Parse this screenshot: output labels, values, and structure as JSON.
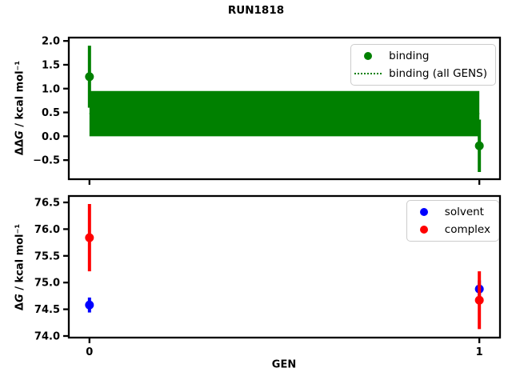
{
  "figure": {
    "title": "RUN1818",
    "xlabel": "GEN",
    "background": "#ffffff",
    "frame_color": "#000000"
  },
  "chart_data": [
    {
      "type": "scatter",
      "subplot": "top",
      "ylabel": "ΔΔG / kcal mol⁻¹",
      "ylabel_parts": {
        "prefix": "ΔΔ",
        "symbol": "G",
        "suffix": " / kcal mol⁻¹"
      },
      "xlim": [
        -0.053,
        1.053
      ],
      "ylim": [
        -0.9,
        2.07
      ],
      "xticks": [
        0,
        1
      ],
      "xtick_labels": [],
      "yticks": [
        -0.5,
        0.0,
        0.5,
        1.0,
        1.5,
        2.0
      ],
      "ytick_labels": [
        "−0.5",
        "0.0",
        "0.5",
        "1.0",
        "1.5",
        "2.0"
      ],
      "grid": false,
      "legend_position": "upper right",
      "series": [
        {
          "name": "binding",
          "color": "#008000",
          "marker": "circle",
          "x": [
            0,
            1
          ],
          "y": [
            1.25,
            -0.2
          ],
          "yerr": [
            0.65,
            0.55
          ]
        }
      ],
      "band": {
        "name": "binding (all GENS)",
        "color": "#008000",
        "linestyle": "dotted",
        "x": [
          0,
          1
        ],
        "y_low": 0.0,
        "y_high": 0.95
      },
      "legend": [
        {
          "label": "binding",
          "marker": "dot",
          "color": "#008000"
        },
        {
          "label": "binding (all GENS)",
          "marker": "dotted-line",
          "color": "#008000"
        }
      ]
    },
    {
      "type": "scatter",
      "subplot": "bottom",
      "ylabel": "ΔG / kcal mol⁻¹",
      "ylabel_parts": {
        "prefix": "Δ",
        "symbol": "G",
        "suffix": " / kcal mol⁻¹"
      },
      "xlabel": "GEN",
      "xlim": [
        -0.053,
        1.053
      ],
      "ylim": [
        73.97,
        76.62
      ],
      "xticks": [
        0,
        1
      ],
      "xtick_labels": [
        "0",
        "1"
      ],
      "yticks": [
        74.0,
        74.5,
        75.0,
        75.5,
        76.0,
        76.5
      ],
      "ytick_labels": [
        "74.0",
        "74.5",
        "75.0",
        "75.5",
        "76.0",
        "76.5"
      ],
      "grid": false,
      "legend_position": "upper right",
      "series": [
        {
          "name": "solvent",
          "color": "#0000ff",
          "marker": "circle",
          "x": [
            0,
            1
          ],
          "y": [
            74.58,
            74.88
          ],
          "yerr": [
            0.14,
            0.16
          ]
        },
        {
          "name": "complex",
          "color": "#ff0000",
          "marker": "circle",
          "x": [
            0,
            1
          ],
          "y": [
            75.84,
            74.67
          ],
          "yerr": [
            0.63,
            0.54
          ]
        }
      ],
      "legend": [
        {
          "label": "solvent",
          "marker": "dot",
          "color": "#0000ff"
        },
        {
          "label": "complex",
          "marker": "dot",
          "color": "#ff0000"
        }
      ]
    }
  ]
}
